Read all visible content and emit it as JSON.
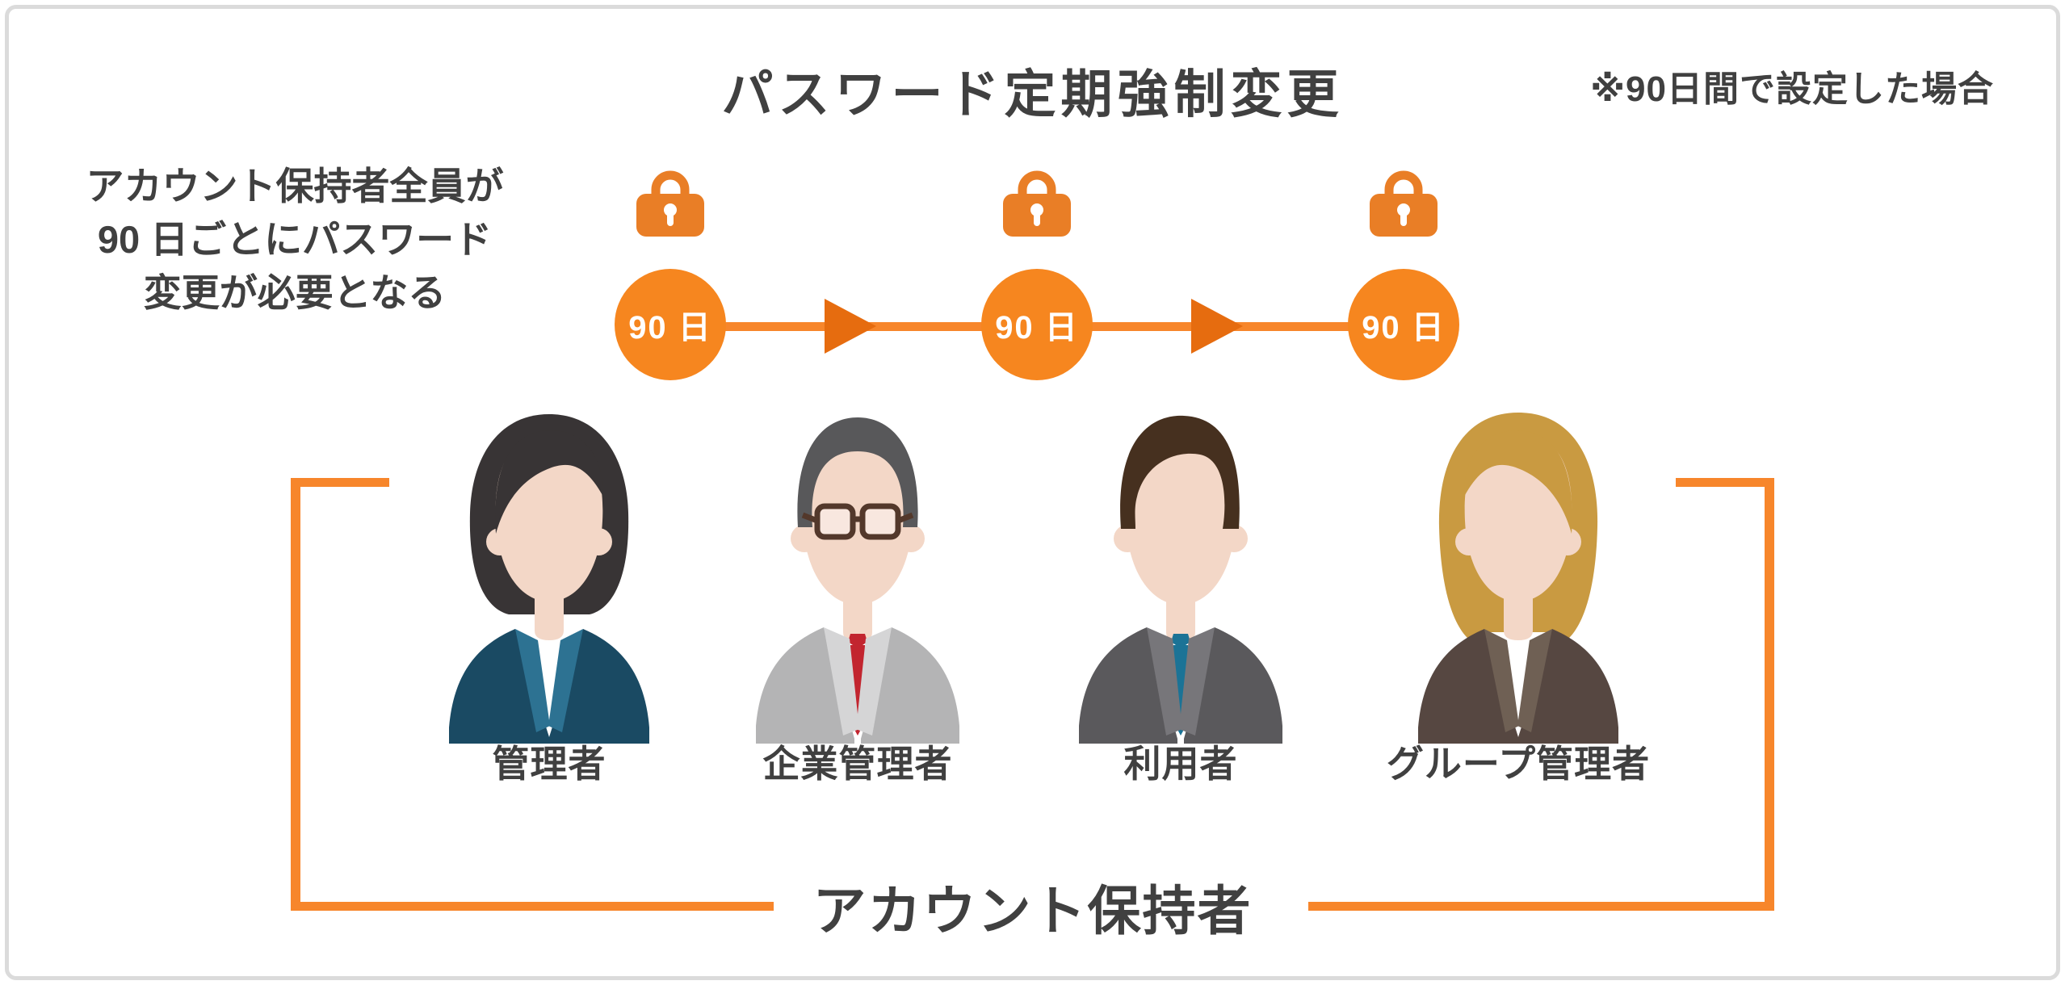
{
  "header": {
    "title": "パスワード定期強制変更",
    "note": "※90日間で設定した場合"
  },
  "description": {
    "lines": [
      "アカウント保持者全員が",
      "90 日ごとにパスワード",
      "変更が必要となる"
    ]
  },
  "timeline": {
    "icon": "lock-icon",
    "arrow_icon": "arrow-right-icon",
    "steps": [
      {
        "label": "90 日"
      },
      {
        "label": "90 日"
      },
      {
        "label": "90 日"
      }
    ]
  },
  "accounts": {
    "members": [
      {
        "label": "管理者",
        "avatar": "businesswoman-dark-hair-navy-suit"
      },
      {
        "label": "企業管理者",
        "avatar": "businessman-glasses-gray-suit-red-tie"
      },
      {
        "label": "利用者",
        "avatar": "businessman-brown-hair-dark-suit-blue-tie"
      },
      {
        "label": "グループ管理者",
        "avatar": "businesswoman-blonde-hair-brown-suit"
      }
    ],
    "group_label": "アカウント保持者"
  },
  "colors": {
    "orange_fill": "#F6861F",
    "orange_line": "#F7862B",
    "orange_dark": "#E66C0F",
    "lock_orange": "#E97E26",
    "text": "#404040",
    "frame_border": "#DBDBDB"
  }
}
